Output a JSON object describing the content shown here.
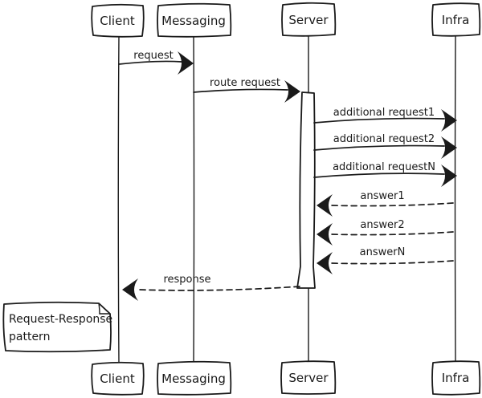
{
  "diagram_type": "sequence-diagram",
  "colors": {
    "ink": "#1a1a1a",
    "background": "#ffffff"
  },
  "actors": [
    {
      "label": "Client"
    },
    {
      "label": "Messaging"
    },
    {
      "label": "Server"
    },
    {
      "label": "Infra"
    }
  ],
  "messages": [
    {
      "label": "request",
      "from": "Client",
      "to": "Messaging",
      "line": "solid"
    },
    {
      "label": "route request",
      "from": "Messaging",
      "to": "Server",
      "line": "solid"
    },
    {
      "label": "additional request1",
      "from": "Server",
      "to": "Infra",
      "line": "solid"
    },
    {
      "label": "additional request2",
      "from": "Server",
      "to": "Infra",
      "line": "solid"
    },
    {
      "label": "additional requestN",
      "from": "Server",
      "to": "Infra",
      "line": "solid"
    },
    {
      "label": "answer1",
      "from": "Infra",
      "to": "Server",
      "line": "dashed"
    },
    {
      "label": "answer2",
      "from": "Infra",
      "to": "Server",
      "line": "dashed"
    },
    {
      "label": "answerN",
      "from": "Infra",
      "to": "Server",
      "line": "dashed"
    },
    {
      "label": "response",
      "from": "Server",
      "to": "Client",
      "line": "dashed"
    }
  ],
  "note": {
    "text": "Request-Response pattern",
    "line1": "Request-Response",
    "line2": "pattern"
  }
}
